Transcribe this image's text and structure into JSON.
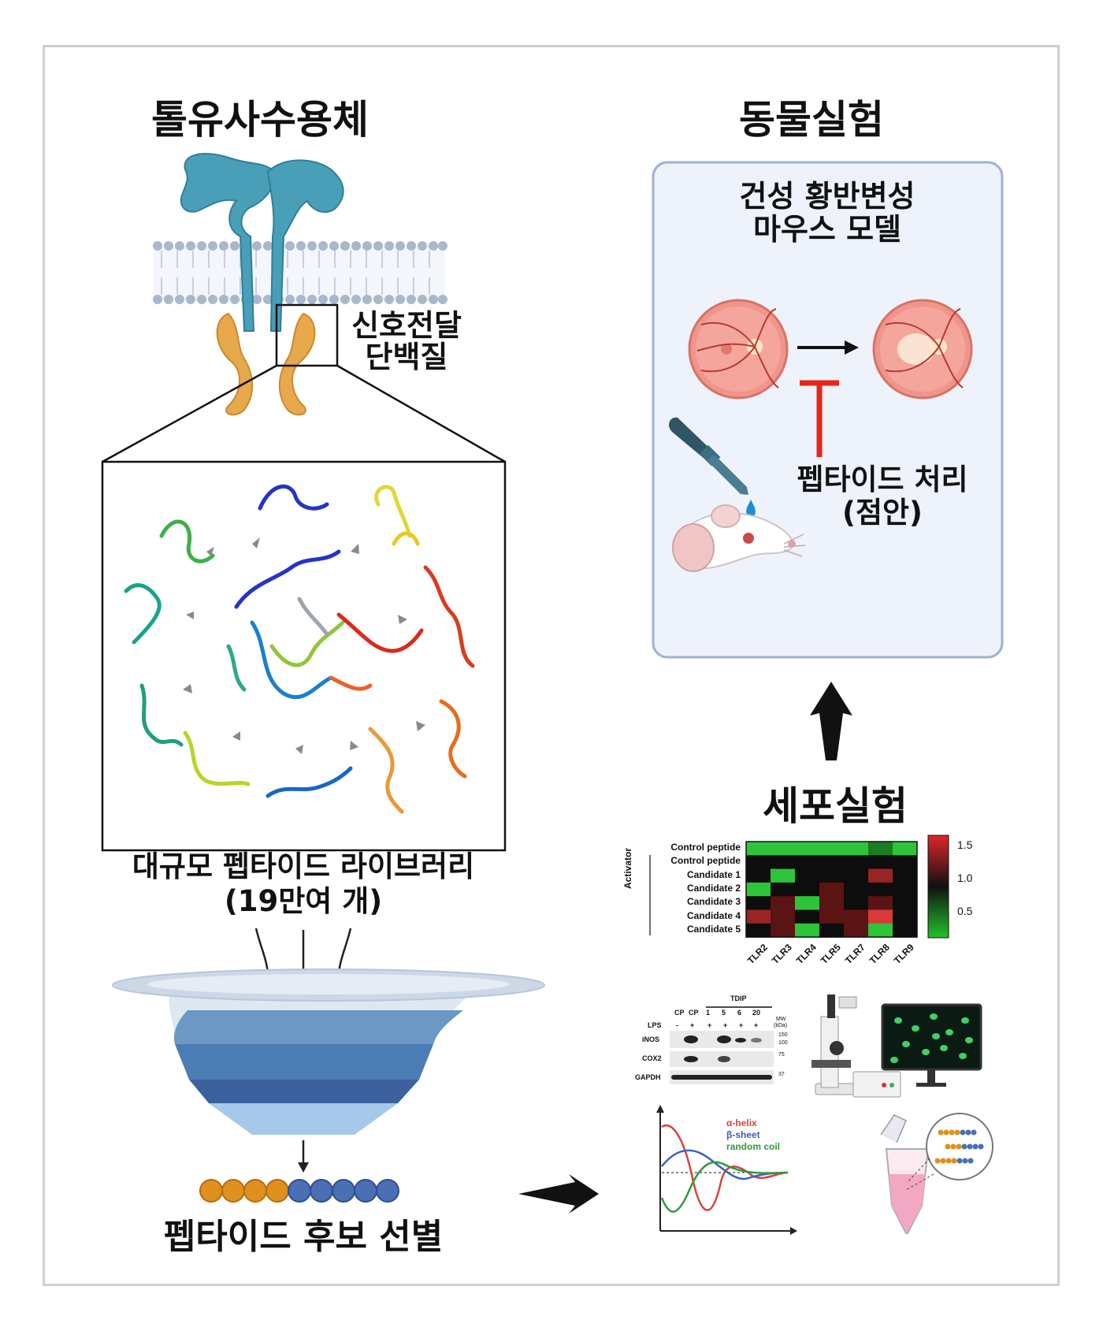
{
  "titles": {
    "receptor": "톨유사수용체",
    "animal": "동물실험",
    "cell": "세포실험"
  },
  "labels": {
    "signal_protein_line1": "신호전달",
    "signal_protein_line2": "단백질",
    "library_line1": "대규모 펩타이드 라이브러리",
    "library_line2": "(19만여 개)",
    "candidate_selection": "펩타이드 후보 선별",
    "model_line1": "건성 황반변성",
    "model_line2": "마우스 모델",
    "treatment_line1": "펩타이드 처리",
    "treatment_line2": "(점안)"
  },
  "heatmap": {
    "side_label": "Activator",
    "rows": [
      "Control peptide",
      "Control peptide",
      "Candidate 1",
      "Candidate 2",
      "Candidate 3",
      "Candidate 4",
      "Candidate 5"
    ],
    "cols": [
      "TLR2",
      "TLR3",
      "TLR4",
      "TLR5",
      "TLR7",
      "TLR8",
      "TLR9"
    ],
    "colorbar_ticks": [
      "1.5",
      "1.0",
      "0.5"
    ]
  },
  "western": {
    "header_group": "TDIP",
    "cols": [
      "CP",
      "CP",
      "1",
      "5",
      "6",
      "20"
    ],
    "lps_label": "LPS",
    "lps": [
      "-",
      "+",
      "+",
      "+",
      "+",
      "+"
    ],
    "mw_header": "MW",
    "mw_unit": "(kDa)",
    "bands": [
      "iNOS",
      "COX2",
      "GAPDH"
    ],
    "mw_marks": [
      "150",
      "100",
      "75",
      "37"
    ]
  },
  "cd_spectrum": {
    "legend": [
      "α-helix",
      "β-sheet",
      "random coil"
    ],
    "colors": [
      "#d9443e",
      "#3b5fc0",
      "#2e9b3a"
    ]
  },
  "colors": {
    "receptor": "#4a9fb8",
    "adaptor": "#e8a84c",
    "panel_bg": "#eef2fa",
    "panel_border": "#9fb1d6",
    "inhibit": "#e8251b",
    "bead_orange": "#e0901c",
    "bead_blue": "#4a6fb5"
  }
}
